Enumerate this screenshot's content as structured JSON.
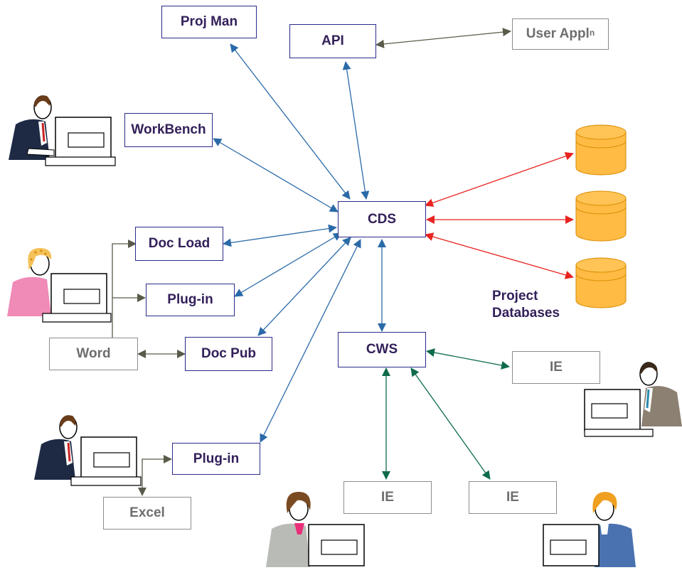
{
  "diagram": {
    "nodes": {
      "proj_man": "Proj Man",
      "api": "API",
      "user_appl": "User Appl",
      "user_appl_sup": "n",
      "workbench": "WorkBench",
      "cds": "CDS",
      "doc_load": "Doc Load",
      "plugin_word": "Plug-in",
      "word": "Word",
      "doc_pub": "Doc Pub",
      "cws": "CWS",
      "ie_right": "IE",
      "ie_bottom_left": "IE",
      "ie_bottom_right": "IE",
      "plugin_excel": "Plug-in",
      "excel": "Excel"
    },
    "databases_label_line1": "Project",
    "databases_label_line2": "Databases",
    "colors": {
      "blue_link": "#2a6aa8",
      "red_link": "#e8231f",
      "green_link": "#0e6b4a",
      "gray_link": "#5a5a4a",
      "database_fill": "#ffbb44",
      "database_stroke": "#d98a00",
      "box_border": "#2a2a8a",
      "box_text": "#33205a",
      "external_border": "#8c8c8c"
    },
    "icons": [
      "user-workstation-icon",
      "database-icon"
    ]
  }
}
